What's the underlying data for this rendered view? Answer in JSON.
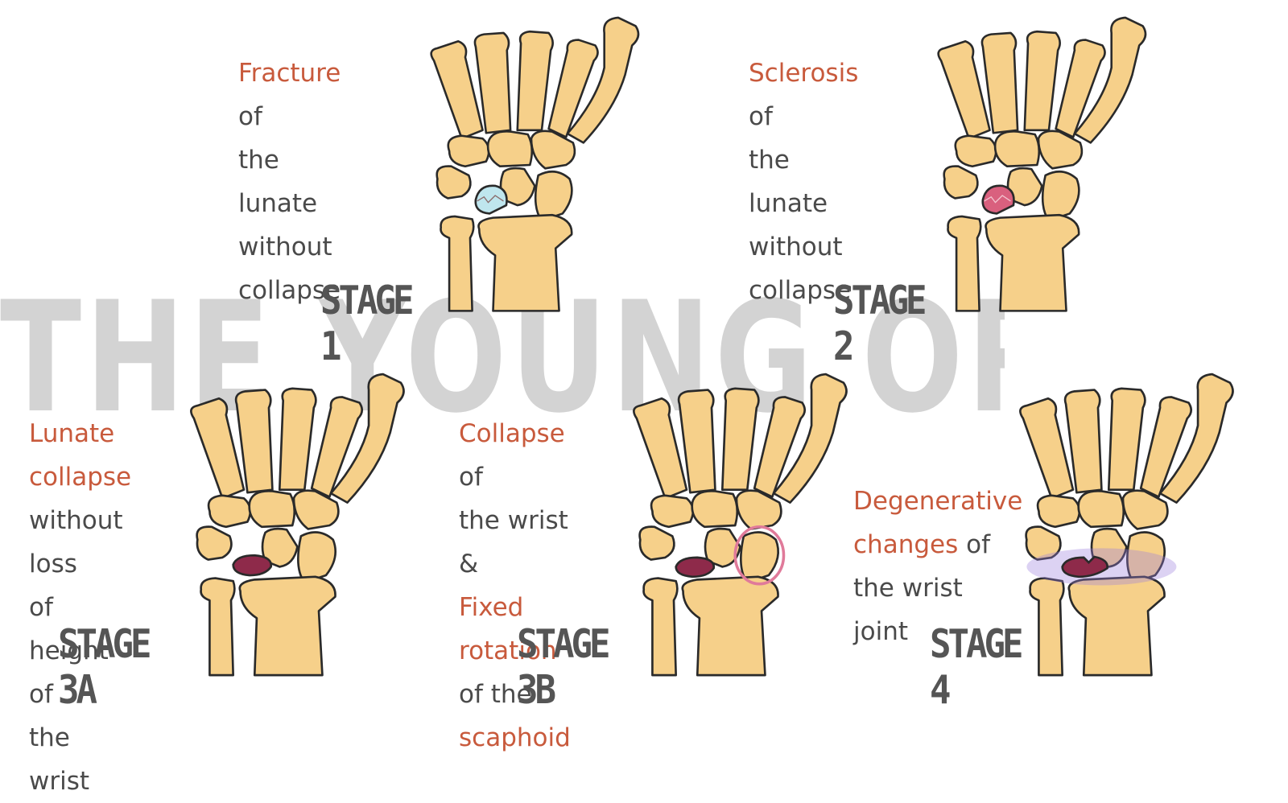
{
  "watermark": "THE YOUNG ORTHOPOD",
  "colors": {
    "bone": "#f6d08a",
    "highlight_text": "#c85a3c",
    "body_text": "#4a4a4a",
    "fracture_lunate": "#bfe6ee",
    "sclerosis_lunate": "#d9607e",
    "collapse_lunate": "#8e2a4a",
    "scaphoid_ring": "#e07a9a",
    "degenerative_glow": "#9a7fdc"
  },
  "panels": [
    {
      "stage": "STAGE 1",
      "caption": [
        {
          "hl": "Fracture",
          "rest": " of"
        },
        {
          "hl": "",
          "rest": "the lunate"
        },
        {
          "hl": "",
          "rest": "without"
        },
        {
          "hl": "",
          "rest": "collapse"
        }
      ]
    },
    {
      "stage": "STAGE 2",
      "caption": [
        {
          "hl": "Sclerosis",
          "rest": " of"
        },
        {
          "hl": "",
          "rest": "the lunate"
        },
        {
          "hl": "",
          "rest": "without"
        },
        {
          "hl": "",
          "rest": "collapse"
        }
      ]
    },
    {
      "stage": "STAGE 3A",
      "caption": [
        {
          "hl": "Lunate",
          "rest": ""
        },
        {
          "hl": "collapse",
          "rest": ""
        },
        {
          "hl": "",
          "rest": "without loss"
        },
        {
          "hl": "",
          "rest": "of height of"
        },
        {
          "hl": "",
          "rest": "the wrist"
        }
      ]
    },
    {
      "stage": "STAGE 3B",
      "caption": [
        {
          "hl": "Collapse",
          "rest": " of"
        },
        {
          "hl": "",
          "rest": "the wrist &"
        },
        {
          "hl": "Fixed rotation",
          "rest": ""
        },
        {
          "hl": "",
          "rest": "of the"
        },
        {
          "hl": "scaphoid",
          "rest": ""
        }
      ]
    },
    {
      "stage": "STAGE 4",
      "caption": [
        {
          "hl": "Degenerative",
          "rest": ""
        },
        {
          "hl": "changes",
          "rest": " of"
        },
        {
          "hl": "",
          "rest": "the wrist joint"
        }
      ]
    }
  ]
}
